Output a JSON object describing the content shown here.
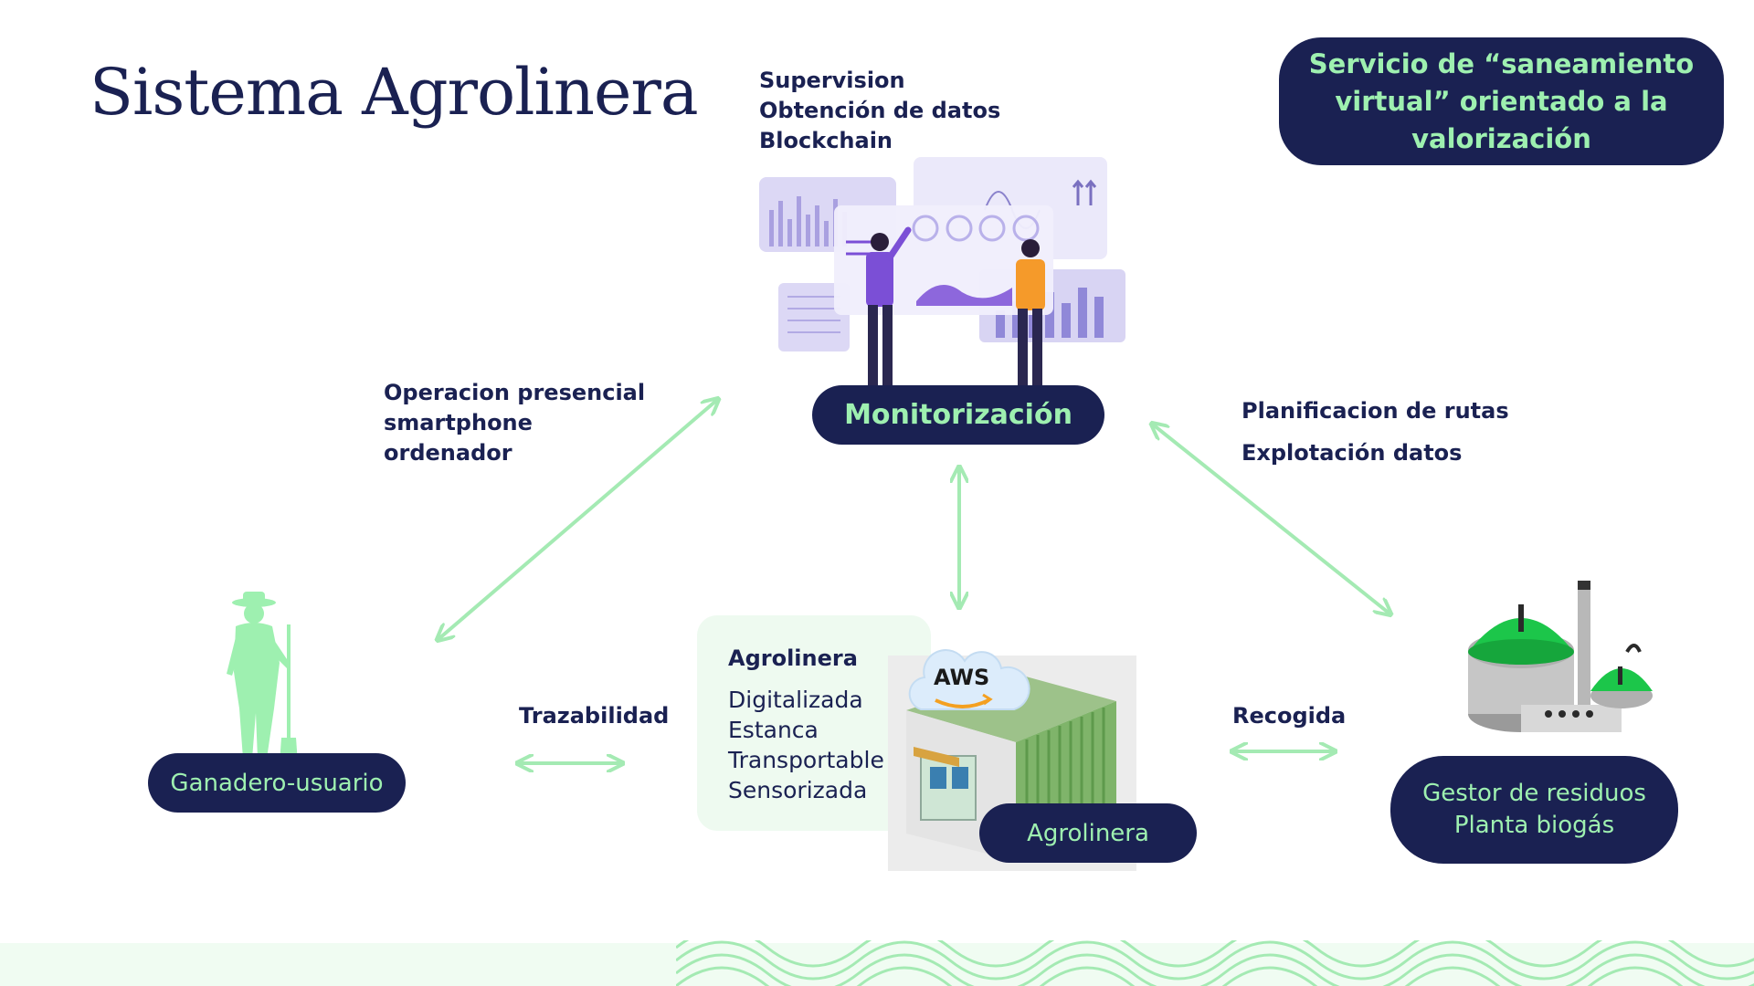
{
  "title": "Sistema Agrolinera",
  "service_box": {
    "text": "Servicio de “saneamiento virtual” orientado a la valorización"
  },
  "monitor": {
    "label": "Monitorización",
    "features": [
      "Supervision",
      "Obtención de datos",
      "Blockchain"
    ]
  },
  "left_link": {
    "lines": [
      "Operacion presencial",
      "smartphone",
      " ordenador"
    ]
  },
  "right_link": {
    "line1": "Planificacion de rutas",
    "line2": "Explotación datos"
  },
  "farmer": {
    "label": "Ganadero-usuario",
    "link": "Trazabilidad"
  },
  "agrolinera": {
    "heading": "Agrolinera",
    "features": [
      "Digitalizada",
      "Estanca",
      "Transportable",
      "Sensorizada"
    ],
    "label": "Agrolinera",
    "cloud_text": "AWS"
  },
  "waste": {
    "line1": "Gestor de residuos",
    "line2": "Planta biogás",
    "link": "Recogida"
  },
  "colors": {
    "navy": "#1a2152",
    "mint": "#9ef0b0",
    "arrow": "#a4eab3",
    "panel": "#eefaf0",
    "purple": "#7b4fd6",
    "orange": "#f59a2a"
  }
}
